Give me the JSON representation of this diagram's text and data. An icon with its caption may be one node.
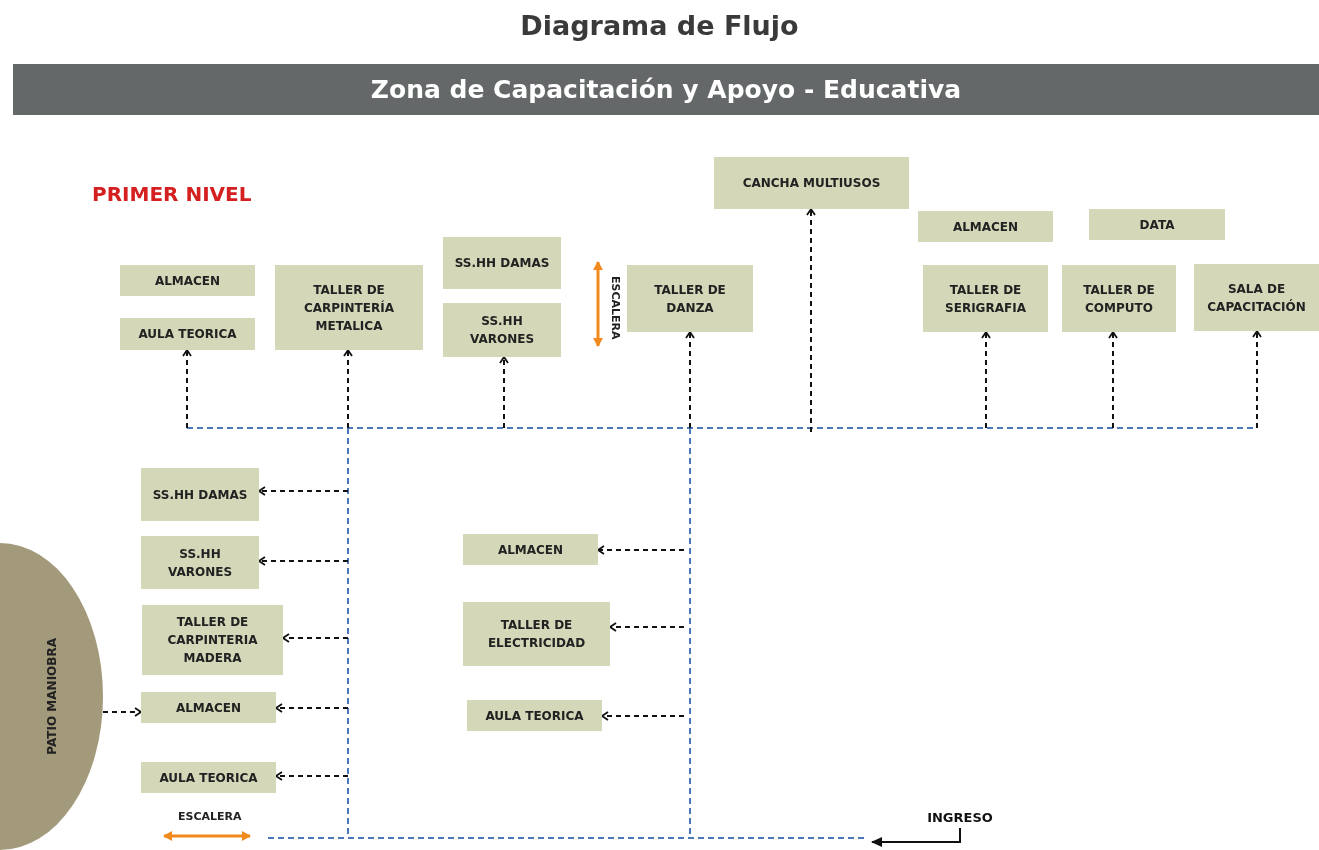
{
  "diagram": {
    "title": "Diagrama de Flujo",
    "nodes": [
      {
        "text": [
          "ALMACEN"
        ]
      },
      {
        "text": [
          "AULA TEORICA"
        ]
      },
      {
        "text": [
          "TALLER DE CARPINTERÍA METALICA"
        ]
      },
      {
        "text": [
          "SS.HH DAMAS"
        ]
      },
      {
        "text": [
          "SS.HH VARONES"
        ]
      },
      {
        "text": [
          "TALLER DE DANZA"
        ]
      },
      {
        "text": [
          "CANCHA MULTIUSOS"
        ]
      },
      {
        "text": [
          "ALMACEN"
        ]
      },
      {
        "text": [
          "DATA"
        ]
      },
      {
        "text": [
          "TALLER DE SERIGRAFIA"
        ]
      },
      {
        "text": [
          "TALLER DE COMPUTO"
        ]
      },
      {
        "text": [
          "SALA DE CAPACITACIÓN"
        ]
      },
      {
        "text": [
          "SS.HH DAMAS"
        ]
      },
      {
        "text": [
          "SS.HH VARONES"
        ]
      },
      {
        "text": [
          "TALLER DE CARPINTERIA MADERA"
        ]
      },
      {
        "text": [
          "ALMACEN"
        ]
      },
      {
        "text": [
          "AULA TEORICA"
        ]
      },
      {
        "text": [
          "ALMACEN"
        ]
      },
      {
        "text": [
          "TALLER DE ELECTRICIDAD"
        ]
      },
      {
        "text": [
          "AULA TEORICA"
        ]
      },
      {
        "text": [
          "PATIO MANIOBRA"
        ]
      },
      {
        "text": [
          "INGRESO"
        ]
      }
    ],
    "edges": [
      {
        "from": null,
        "to": 1,
        "arrow": "to",
        "style": "dashed"
      },
      {
        "from": null,
        "to": 2,
        "arrow": "to",
        "style": "dashed"
      },
      {
        "from": null,
        "to": 4,
        "arrow": "to",
        "style": "dashed"
      },
      {
        "from": null,
        "to": 5,
        "arrow": "to",
        "style": "dashed"
      },
      {
        "from": null,
        "to": 6,
        "arrow": "to",
        "style": "dashed"
      },
      {
        "from": null,
        "to": 9,
        "arrow": "to",
        "style": "dashed"
      },
      {
        "from": null,
        "to": 10,
        "arrow": "to",
        "style": "dashed"
      },
      {
        "from": null,
        "to": 11,
        "arrow": "to",
        "style": "dashed"
      },
      {
        "from": null,
        "to": 12,
        "arrow": "to",
        "style": "dashed"
      },
      {
        "from": null,
        "to": 13,
        "arrow": "to",
        "style": "dashed"
      },
      {
        "from": null,
        "to": 14,
        "arrow": "to",
        "style": "dashed"
      },
      {
        "from": null,
        "to": 15,
        "arrow": "to",
        "style": "dashed"
      },
      {
        "from": null,
        "to": 16,
        "arrow": "to",
        "style": "dashed"
      },
      {
        "from": null,
        "to": 17,
        "arrow": "to",
        "style": "dashed"
      },
      {
        "from": null,
        "to": 18,
        "arrow": "to",
        "style": "dashed"
      },
      {
        "from": null,
        "to": 19,
        "arrow": "to",
        "style": "dashed"
      },
      {
        "from": 20,
        "to": 15,
        "arrow": "to",
        "style": "dashed"
      },
      {
        "from": 21,
        "to": null,
        "arrow": "to"
      }
    ],
    "labels": [
      "Zona de Capacitación y Apoyo - Educativa",
      "PRIMER NIVEL",
      "ESCALERA",
      "ESCALERA"
    ]
  }
}
